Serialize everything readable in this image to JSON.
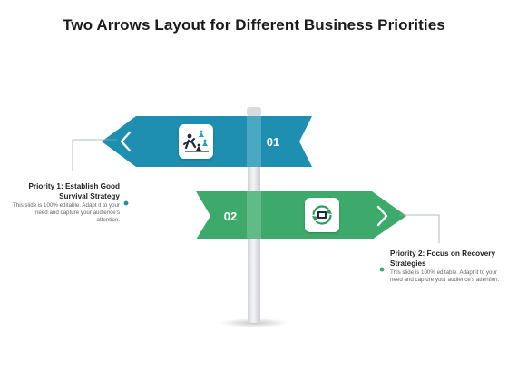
{
  "title": "Two Arrows Layout for Different Business Priorities",
  "colors": {
    "arrow1": "#1e8fb0",
    "arrow2": "#3daa6b",
    "pole": "#e2e4e7",
    "dot1": "#1e8fb0",
    "dot2": "#3daa6b",
    "icon_bg": "#ffffff"
  },
  "arrow1": {
    "number": "01",
    "direction": "left",
    "icon": "team-strategy-icon",
    "chevron": "chevron-left-icon"
  },
  "arrow2": {
    "number": "02",
    "direction": "right",
    "icon": "recovery-cycle-icon",
    "chevron": "chevron-right-icon"
  },
  "priority1": {
    "title": "Priority 1: Establish Good Survival Strategy",
    "description": "This slide is 100% editable. Adapt it to your need and capture your audience's attention."
  },
  "priority2": {
    "title": "Priority 2: Focus on Recovery Strategies",
    "description": "This slide is 100% editable. Adapt it to your need and capture your audience's attention."
  }
}
